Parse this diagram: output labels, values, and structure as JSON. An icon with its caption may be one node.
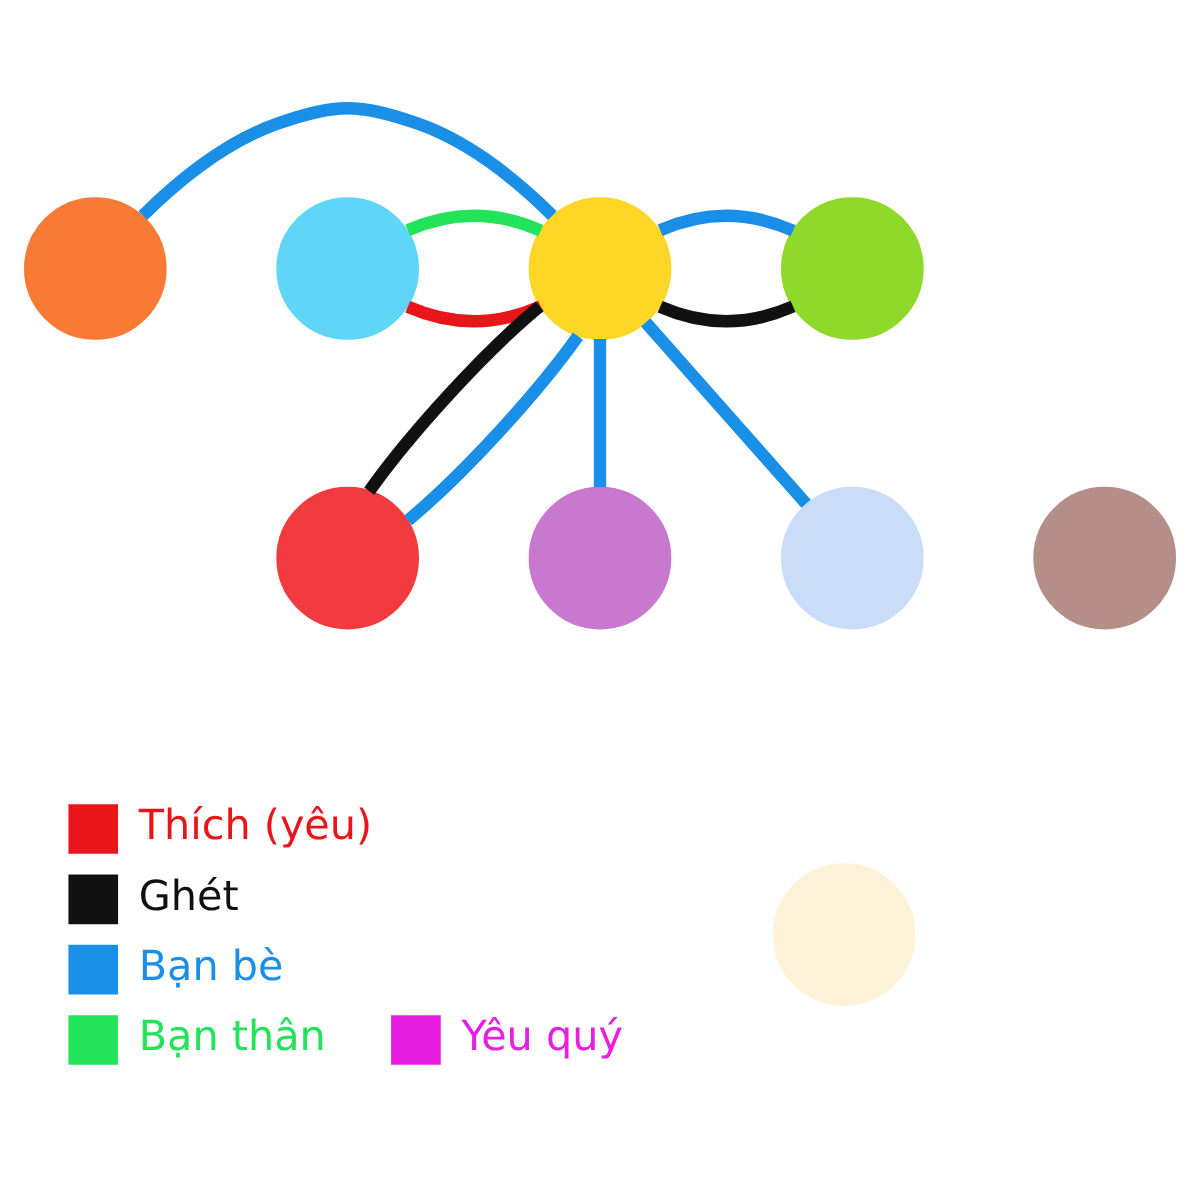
{
  "diagram": {
    "nodes": [
      {
        "text": [],
        "shape": "circle"
      },
      {
        "text": [],
        "shape": "circle"
      },
      {
        "text": [],
        "shape": "circle"
      },
      {
        "text": [],
        "shape": "circle"
      },
      {
        "text": [],
        "shape": "circle"
      },
      {
        "text": [],
        "shape": "circle"
      },
      {
        "text": [],
        "shape": "circle"
      },
      {
        "text": [],
        "shape": "circle"
      },
      {
        "text": [],
        "shape": "circle"
      }
    ],
    "edges": [
      {
        "from": 0,
        "to": 2,
        "arrow": "none"
      },
      {
        "from": 1,
        "to": 2,
        "arrow": "none",
        "color": "#e8161b"
      },
      {
        "from": 2,
        "to": 1,
        "arrow": "none",
        "color": "#22e35a"
      },
      {
        "from": 2,
        "to": 4,
        "arrow": "none",
        "color": "#111111"
      },
      {
        "from": 4,
        "to": 2,
        "arrow": "none"
      },
      {
        "from": 2,
        "to": 5,
        "arrow": "none"
      },
      {
        "from": 2,
        "to": 6,
        "arrow": "none"
      },
      {
        "from": 2,
        "to": 3,
        "arrow": "none",
        "color": "#111111"
      },
      {
        "from": 3,
        "to": 2,
        "arrow": "none"
      }
    ],
    "legend": [
      {
        "text": "Thích (yêu)",
        "color": "#e8161b"
      },
      {
        "text": "Ghét",
        "color": "#111111"
      },
      {
        "text": "Bạn bè",
        "color": "#1a8fe8"
      },
      {
        "text": "Bạn thân",
        "color": "#22e35a"
      },
      {
        "text": "Yêu quý",
        "color": "#e81ee0"
      }
    ]
  }
}
